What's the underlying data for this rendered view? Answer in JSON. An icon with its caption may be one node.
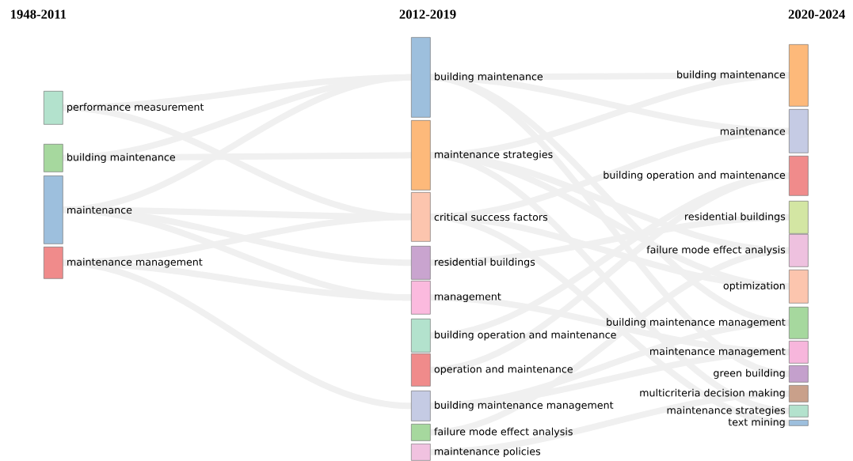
{
  "diagram": {
    "nodes": [
      {
        "text": [
          "performance measurement"
        ]
      },
      {
        "text": [
          "building maintenance"
        ]
      },
      {
        "text": [
          "maintenance"
        ]
      },
      {
        "text": [
          "maintenance management"
        ]
      },
      {
        "text": [
          "building maintenance"
        ]
      },
      {
        "text": [
          "maintenance strategies"
        ]
      },
      {
        "text": [
          "critical success factors"
        ]
      },
      {
        "text": [
          "residential buildings"
        ]
      },
      {
        "text": [
          "management"
        ]
      },
      {
        "text": [
          "building operation and maintenance"
        ]
      },
      {
        "text": [
          "operation and maintenance"
        ]
      },
      {
        "text": [
          "building maintenance management"
        ]
      },
      {
        "text": [
          "failure mode effect analysis"
        ]
      },
      {
        "text": [
          "maintenance policies"
        ]
      },
      {
        "text": [
          "building maintenance"
        ]
      },
      {
        "text": [
          "maintenance"
        ]
      },
      {
        "text": [
          "building operation and maintenance"
        ]
      },
      {
        "text": [
          "residential buildings"
        ]
      },
      {
        "text": [
          "failure mode effect analysis"
        ]
      },
      {
        "text": [
          "optimization"
        ]
      },
      {
        "text": [
          "building maintenance management"
        ]
      },
      {
        "text": [
          "maintenance management"
        ]
      },
      {
        "text": [
          "green building"
        ]
      },
      {
        "text": [
          "multicriteria decision making"
        ]
      },
      {
        "text": [
          "maintenance strategies"
        ]
      },
      {
        "text": [
          "text mining"
        ]
      }
    ],
    "edges": [
      {
        "from": 0,
        "to": 4,
        "arrow": "none"
      },
      {
        "from": 0,
        "to": 6,
        "arrow": "none"
      },
      {
        "from": 1,
        "to": 4,
        "arrow": "none"
      },
      {
        "from": 1,
        "to": 5,
        "arrow": "none"
      },
      {
        "from": 2,
        "to": 4,
        "arrow": "none"
      },
      {
        "from": 2,
        "to": 6,
        "arrow": "none"
      },
      {
        "from": 2,
        "to": 7,
        "arrow": "none"
      },
      {
        "from": 2,
        "to": 8,
        "arrow": "none"
      },
      {
        "from": 3,
        "to": 6,
        "arrow": "none"
      },
      {
        "from": 3,
        "to": 8,
        "arrow": "none"
      },
      {
        "from": 3,
        "to": 11,
        "arrow": "none"
      },
      {
        "from": 4,
        "to": 14,
        "arrow": "none"
      },
      {
        "from": 4,
        "to": 15,
        "arrow": "none"
      },
      {
        "from": 4,
        "to": 20,
        "arrow": "none"
      },
      {
        "from": 4,
        "to": 22,
        "arrow": "none"
      },
      {
        "from": 5,
        "to": 14,
        "arrow": "none"
      },
      {
        "from": 5,
        "to": 18,
        "arrow": "none"
      },
      {
        "from": 5,
        "to": 19,
        "arrow": "none"
      },
      {
        "from": 5,
        "to": 24,
        "arrow": "none"
      },
      {
        "from": 6,
        "to": 15,
        "arrow": "none"
      },
      {
        "from": 6,
        "to": 19,
        "arrow": "none"
      },
      {
        "from": 6,
        "to": 25,
        "arrow": "none"
      },
      {
        "from": 7,
        "to": 17,
        "arrow": "none"
      },
      {
        "from": 8,
        "to": 21,
        "arrow": "none"
      },
      {
        "from": 9,
        "to": 16,
        "arrow": "none"
      },
      {
        "from": 10,
        "to": 16,
        "arrow": "none"
      },
      {
        "from": 11,
        "to": 20,
        "arrow": "none"
      },
      {
        "from": 11,
        "to": 21,
        "arrow": "none"
      },
      {
        "from": 12,
        "to": 18,
        "arrow": "none"
      },
      {
        "from": 13,
        "to": 23,
        "arrow": "none"
      }
    ],
    "labels": [
      "1948-2011",
      "2012-2019",
      "2020-2024"
    ]
  }
}
